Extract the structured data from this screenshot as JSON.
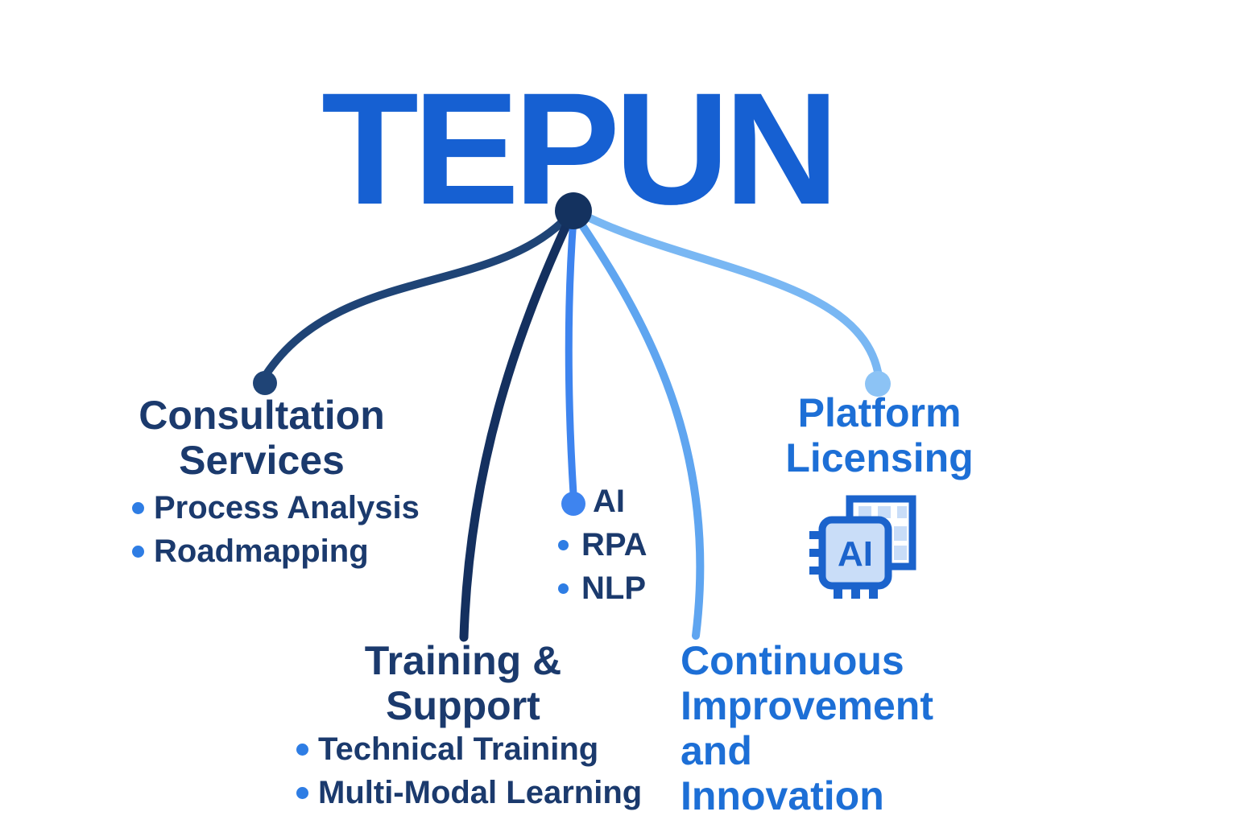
{
  "title": "TEPUN",
  "nodes": [
    {
      "id": "consultation-services",
      "label": "Consultation Services",
      "bullets": [
        "Process Analysis",
        "Roadmapping"
      ]
    },
    {
      "id": "training-support",
      "label": "Training & Support",
      "bullets": [
        "Technical Training",
        "Multi-Modal Learning"
      ]
    },
    {
      "id": "capabilities",
      "bullets": [
        "AI",
        "RPA",
        "NLP"
      ]
    },
    {
      "id": "continuous-improvement",
      "label": "Continuous Improvement and Innovation"
    },
    {
      "id": "platform-licensing",
      "label": "Platform Licensing",
      "icon": "ai-chip-icon",
      "icon_text": "AI"
    }
  ],
  "palette": {
    "title_blue": "#1660d2",
    "navy_text": "#1b3a6d",
    "medium_blue_text": "#1d6fd6",
    "bullet_dot_blue": "#2e7de4",
    "center_dot_navy": "#14325f",
    "branch_consultation": "#1f4476",
    "branch_training": "#14305f",
    "branch_capabilities": "#3e84ef",
    "branch_continuous": "#5fa5f0",
    "branch_platform": "#79b7f3",
    "platform_end_dot": "#8cc3f5",
    "chip_stroke": "#1b63cc",
    "chip_fill": "#c9ddf8"
  }
}
